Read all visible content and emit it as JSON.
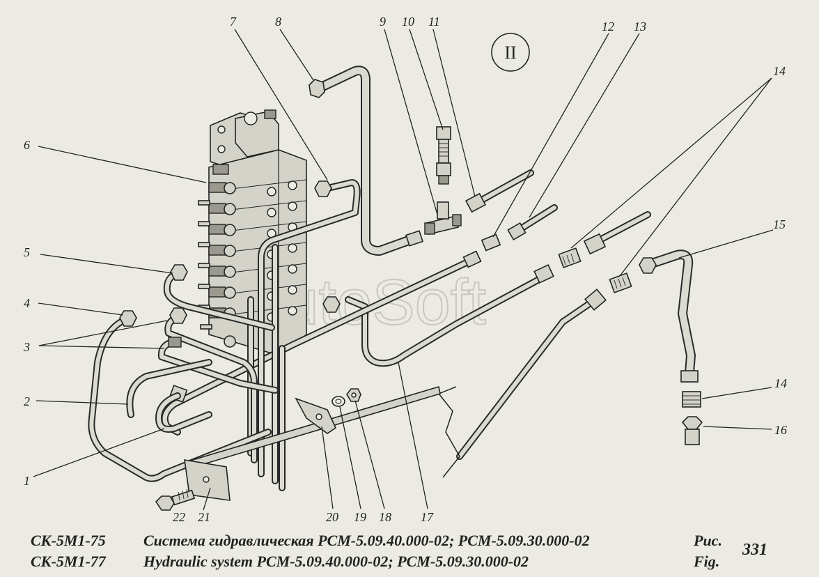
{
  "diagram": {
    "view_label": "II",
    "watermark": "AutoSoft",
    "callouts": [
      {
        "id": "c1",
        "text": "1"
      },
      {
        "id": "c2",
        "text": "2"
      },
      {
        "id": "c3",
        "text": "3"
      },
      {
        "id": "c4",
        "text": "4"
      },
      {
        "id": "c5",
        "text": "5"
      },
      {
        "id": "c6",
        "text": "6"
      },
      {
        "id": "c7",
        "text": "7"
      },
      {
        "id": "c8",
        "text": "8"
      },
      {
        "id": "c9",
        "text": "9"
      },
      {
        "id": "c10",
        "text": "10"
      },
      {
        "id": "c11",
        "text": "11"
      },
      {
        "id": "c12",
        "text": "12"
      },
      {
        "id": "c13",
        "text": "13"
      },
      {
        "id": "c14a",
        "text": "14"
      },
      {
        "id": "c14b",
        "text": "14"
      },
      {
        "id": "c15",
        "text": "15"
      },
      {
        "id": "c16",
        "text": "16"
      },
      {
        "id": "c17",
        "text": "17"
      },
      {
        "id": "c18",
        "text": "18"
      },
      {
        "id": "c19",
        "text": "19"
      },
      {
        "id": "c20",
        "text": "20"
      },
      {
        "id": "c21",
        "text": "21"
      },
      {
        "id": "c22",
        "text": "22"
      }
    ]
  },
  "caption": {
    "model_ru": "СК-5М1-75",
    "model_en": "СК-5М1-77",
    "title_ru": "Система гидравлическая РСМ-5.09.40.000-02; РСМ-5.09.30.000-02",
    "title_en": "Hydraulic system РСМ-5.09.40.000-02; РСМ-5.09.30.000-02",
    "fig_ru": "Рис.",
    "fig_en": "Fig.",
    "fig_number": "331"
  }
}
